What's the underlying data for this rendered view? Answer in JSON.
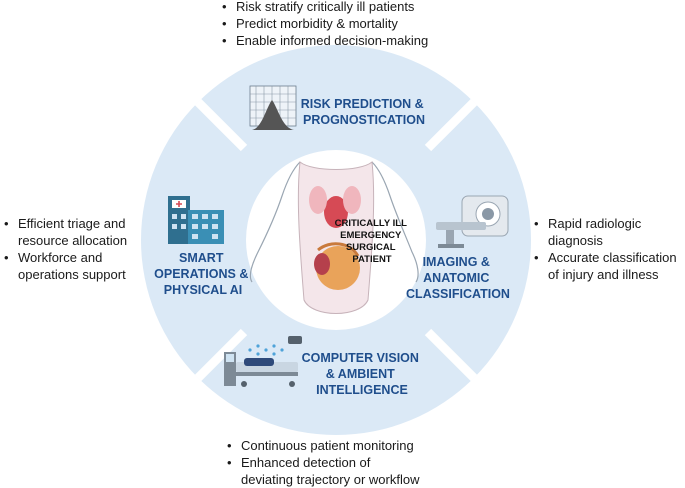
{
  "center_label": [
    "CRITICALLY ILL",
    "EMERGENCY",
    "SURGICAL",
    "PATIENT"
  ],
  "segments": {
    "top": {
      "label": [
        "RISK PREDICTION &",
        "PROGNOSTICATION"
      ],
      "icon": "surface-plot-icon"
    },
    "right": {
      "label": [
        "IMAGING &",
        "ANATOMIC",
        "CLASSIFICATION"
      ],
      "icon": "ct-scanner-icon"
    },
    "bottom": {
      "label": [
        "COMPUTER VISION",
        "& AMBIENT",
        "INTELLIGENCE"
      ],
      "icon": "hospital-bed-camera-icon"
    },
    "left": {
      "label": [
        "SMART",
        "OPERATIONS &",
        "PHYSICAL AI"
      ],
      "icon": "hospital-building-icon"
    }
  },
  "bullets": {
    "top": [
      "Risk stratify critically ill patients",
      "Predict morbidity & mortality",
      "Enable informed decision-making"
    ],
    "left": [
      "Efficient triage and",
      "resource allocation",
      "Workforce and",
      "operations support"
    ],
    "right": [
      "Rapid radiologic",
      "diagnosis",
      "Accurate classification",
      "of injury and illness"
    ],
    "bottom": [
      "Continuous patient monitoring",
      "Enhanced detection of",
      "deviating trajectory or workflow"
    ]
  },
  "colors": {
    "ring": "#dbe9f6",
    "ring_divider": "#ffffff",
    "label": "#1f4e8c",
    "center_fill": "#ffffff"
  }
}
